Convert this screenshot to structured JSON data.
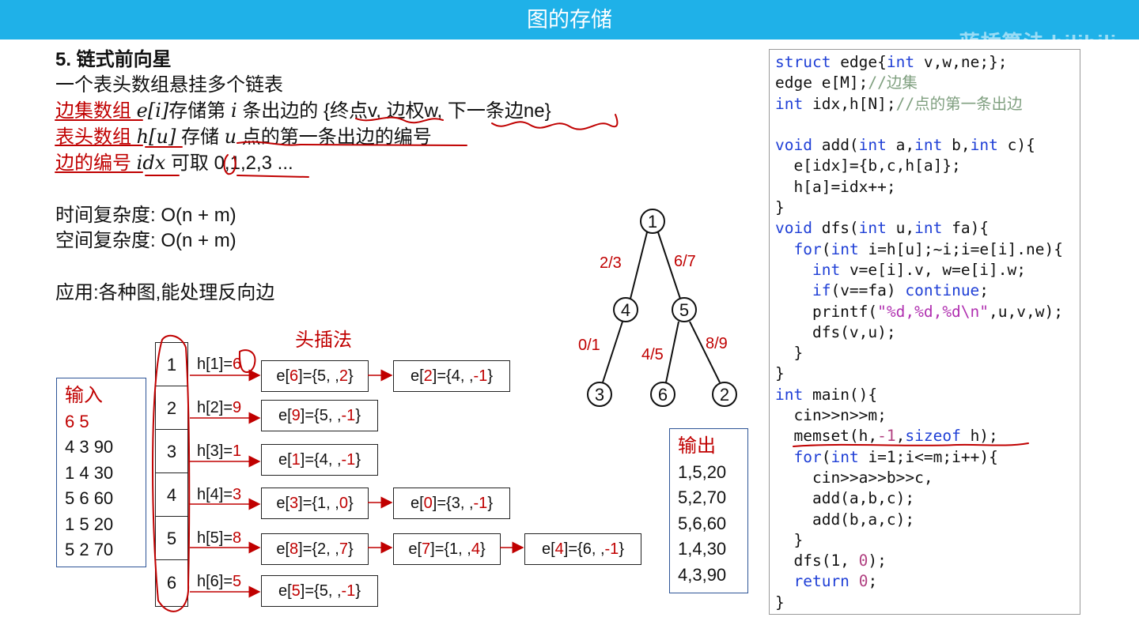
{
  "header": {
    "title": "图的存储",
    "watermark": "蓝桥算法 bilibili"
  },
  "notes": {
    "heading": "5. 链式前向星",
    "line1": "一个表头数组悬挂多个链表",
    "line2_a": "边集数组",
    "line2_b": "e[i]",
    "line2_c": "存储第",
    "line2_d": "i",
    "line2_e": "条出边的 {终点v, 边权w, 下一条边ne}",
    "line3_a": "表头数组",
    "line3_b": "h[u]",
    "line3_c": " 存储 ",
    "line3_d": "u",
    "line3_e": " 点的第一条出边的编号",
    "line4_a": "边的编号 ",
    "line4_b": "idx",
    "line4_c": " 可取 0,1,2,3 ...",
    "time": "时间复杂度:   O(n + m)",
    "space": "空间复杂度:   O(n + m)",
    "app": "应用:各种图,能处理反向边"
  },
  "diagram": {
    "head_insert_label": "头插法",
    "slots": [
      "1",
      "2",
      "3",
      "4",
      "5",
      "6"
    ],
    "heads": [
      {
        "left": "h[1]=",
        "val": "6"
      },
      {
        "left": "h[2]=",
        "val": "9"
      },
      {
        "left": "h[3]=",
        "val": "1"
      },
      {
        "left": "h[4]=",
        "val": "3"
      },
      {
        "left": "h[5]=",
        "val": "8"
      },
      {
        "left": "h[6]=",
        "val": "5"
      }
    ],
    "edges": [
      {
        "pre": "e[",
        "idx": "6",
        "mid": "]={5, ,",
        "ne": "2",
        "post": "}"
      },
      {
        "pre": "e[",
        "idx": "2",
        "mid": "]={4, ,",
        "ne": "-1",
        "post": "}"
      },
      {
        "pre": "e[",
        "idx": "9",
        "mid": "]={5, ,",
        "ne": "-1",
        "post": "}"
      },
      {
        "pre": "e[",
        "idx": "1",
        "mid": "]={4, ,",
        "ne": "-1",
        "post": "}"
      },
      {
        "pre": "e[",
        "idx": "3",
        "mid": "]={1, ,",
        "ne": "0",
        "post": "}"
      },
      {
        "pre": "e[",
        "idx": "0",
        "mid": "]={3, ,",
        "ne": "-1",
        "post": "}"
      },
      {
        "pre": "e[",
        "idx": "8",
        "mid": "]={2, ,",
        "ne": "7",
        "post": "}"
      },
      {
        "pre": "e[",
        "idx": "7",
        "mid": "]={1, ,",
        "ne": "4",
        "post": "}"
      },
      {
        "pre": "e[",
        "idx": "4",
        "mid": "]={6, ,",
        "ne": "-1",
        "post": "}"
      },
      {
        "pre": "e[",
        "idx": "5",
        "mid": "]={5, ,",
        "ne": "-1",
        "post": "}"
      }
    ]
  },
  "input": {
    "title": "输入",
    "first": "6 5",
    "rows": [
      "4 3 90",
      "1 4 30",
      "5 6 60",
      "1 5 20",
      "5 2 70"
    ]
  },
  "output": {
    "title": "输出",
    "rows": [
      "1,5,20",
      "5,2,70",
      "5,6,60",
      "1,4,30",
      "4,3,90"
    ]
  },
  "tree": {
    "nodes": [
      "1",
      "4",
      "5",
      "3",
      "6",
      "2"
    ],
    "edge_labels": [
      "2/3",
      "6/7",
      "0/1",
      "4/5",
      "8/9"
    ]
  },
  "code": {
    "l1": [
      "struct",
      " edge{",
      "int",
      " v,w,ne;};"
    ],
    "l2": [
      "edge e[M];",
      "//边集"
    ],
    "l3": [
      "int",
      " idx,h[N];",
      "//点的第一条出边"
    ],
    "l5": [
      "void",
      " add(",
      "int",
      " a,",
      "int",
      " b,",
      "int",
      " c){"
    ],
    "l6": "  e[idx]={b,c,h[a]};",
    "l7": "  h[a]=idx++;",
    "l8": "}",
    "l9": [
      "void",
      " dfs(",
      "int",
      " u,",
      "int",
      " fa){"
    ],
    "l10": [
      "  ",
      "for",
      "(",
      "int",
      " i=h[u];~i;i=e[i].ne){"
    ],
    "l11": [
      "    ",
      "int",
      " v=e[i].v, w=e[i].w;"
    ],
    "l12": [
      "    ",
      "if",
      "(v==fa) ",
      "continue",
      ";"
    ],
    "l13": [
      "    printf(",
      "\"%d,%d,%d\\n\"",
      ",u,v,w);"
    ],
    "l14": "    dfs(v,u);",
    "l15": "  }",
    "l16": "}",
    "l17": [
      "int",
      " main(){"
    ],
    "l18": "  cin>>n>>m;",
    "l19": [
      "  memset(h,",
      "-1",
      ",",
      "sizeof",
      " h);"
    ],
    "l20": [
      "  ",
      "for",
      "(",
      "int",
      " i=1;i<=m;i++){"
    ],
    "l21": "    cin>>a>>b>>c,",
    "l22": "    add(a,b,c);",
    "l23": "    add(b,a,c);",
    "l24": "  }",
    "l25": [
      "  dfs(1, ",
      "0",
      ");"
    ],
    "l26": [
      "  ",
      "return",
      " ",
      "0",
      ";"
    ],
    "l27": "}"
  }
}
